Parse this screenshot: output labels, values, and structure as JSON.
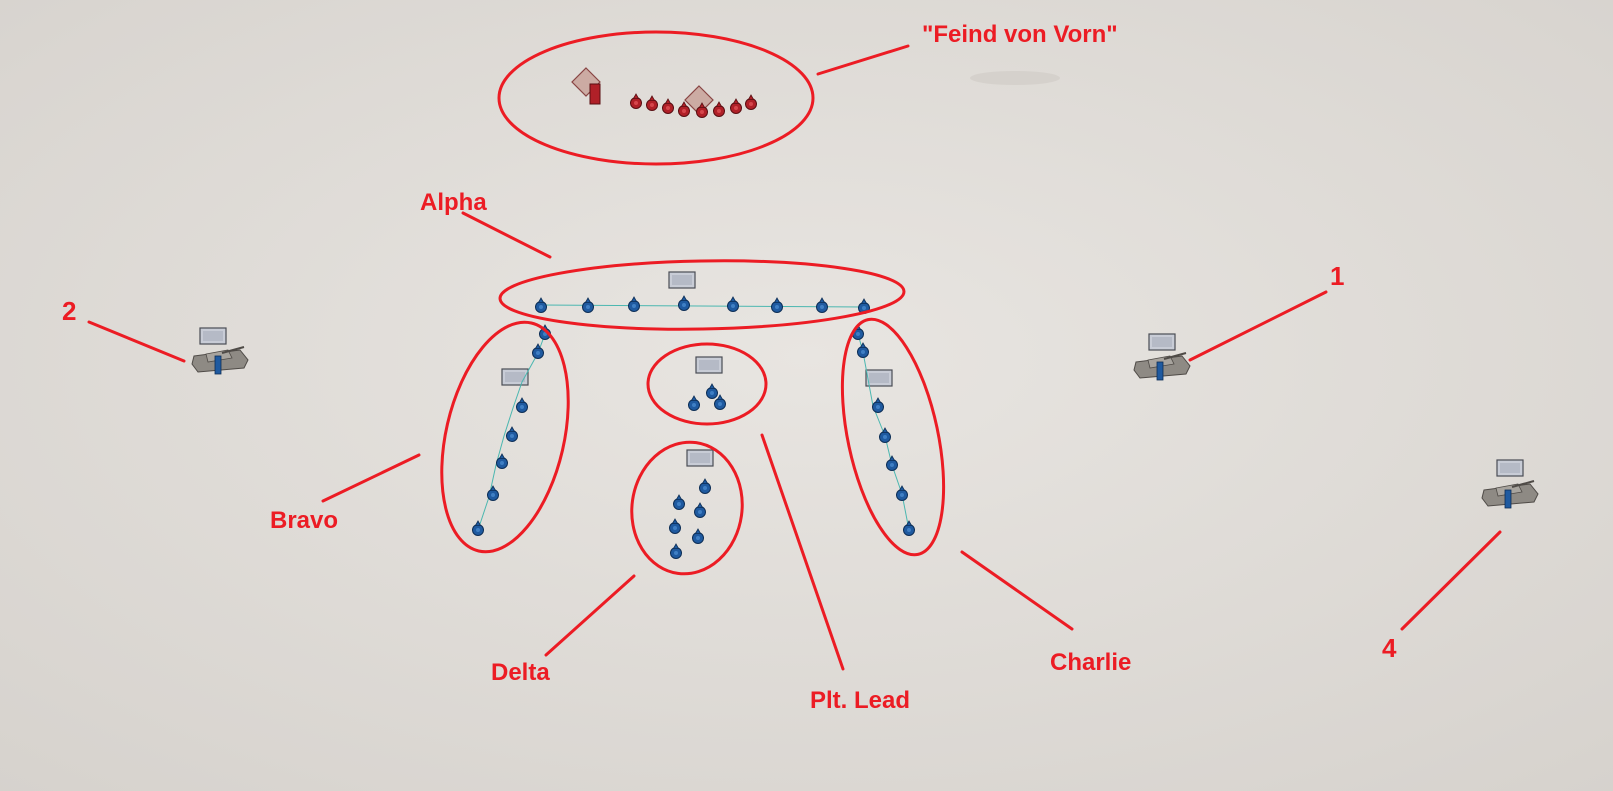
{
  "annotations": {
    "enemy": "\"Feind von Vorn\"",
    "alpha": "Alpha",
    "bravo": "Bravo",
    "charlie": "Charlie",
    "delta": "Delta",
    "plt_lead": "Plt. Lead",
    "vehicle_1": "1",
    "vehicle_2": "2",
    "vehicle_4": "4"
  },
  "colors": {
    "annotation": "#ec1c24",
    "friendly": "#1f5aa0",
    "enemy": "#b02028",
    "ground": "#e2dfdb"
  },
  "icons": {
    "friendly_unit": "blue-unit-marker-icon",
    "enemy_unit": "red-unit-marker-icon",
    "vehicle": "armored-vehicle-icon",
    "group_flag": "group-flag-icon"
  }
}
